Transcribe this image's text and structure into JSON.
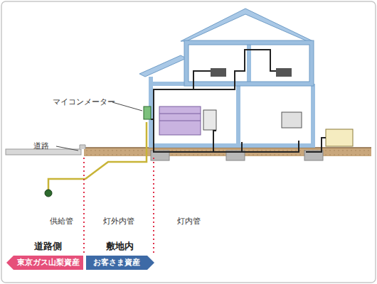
{
  "diagram": {
    "nodes": [
      {
        "text": [
          "東京ガス山梨資産"
        ]
      },
      {
        "text": [
          "お客さま資産"
        ]
      }
    ],
    "labels": [
      "マイコンメーター",
      "道路",
      "供給管",
      "灯外内管",
      "灯内管",
      "道路側",
      "敷地内"
    ]
  }
}
